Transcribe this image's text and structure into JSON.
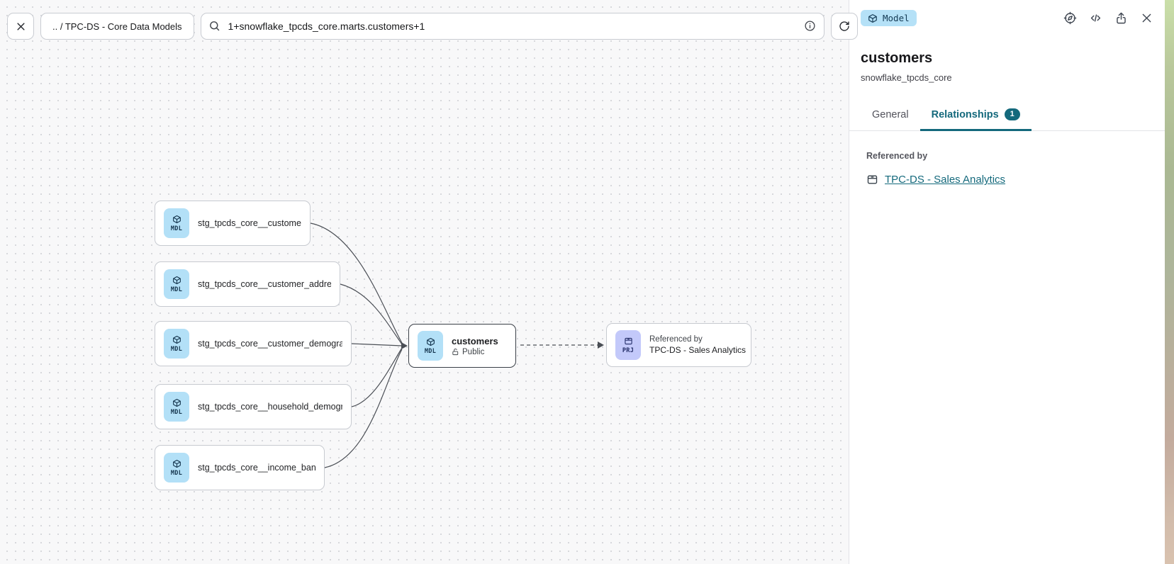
{
  "toolbar": {
    "breadcrumb": ".. / TPC-DS - Core Data Models",
    "search_value": "1+snowflake_tpcds_core.marts.customers+1"
  },
  "panel": {
    "type_badge_label": "Model",
    "title": "customers",
    "subtitle": "snowflake_tpcds_core",
    "tabs": {
      "general": "General",
      "relationships": "Relationships",
      "relationships_badge": "1"
    },
    "referenced_by": {
      "label": "Referenced by",
      "link": "TPC-DS - Sales Analytics"
    }
  },
  "graph": {
    "upstream_nodes": [
      {
        "badge": "MDL",
        "label": "stg_tpcds_core__customer"
      },
      {
        "badge": "MDL",
        "label": "stg_tpcds_core__customer_address"
      },
      {
        "badge": "MDL",
        "label": "stg_tpcds_core__customer_demogra…"
      },
      {
        "badge": "MDL",
        "label": "stg_tpcds_core__household_demogr…"
      },
      {
        "badge": "MDL",
        "label": "stg_tpcds_core__income_band"
      }
    ],
    "selected_node": {
      "badge": "MDL",
      "label": "customers",
      "access": "Public"
    },
    "downstream_node": {
      "badge": "PRJ",
      "caption": "Referenced by",
      "label": "TPC-DS - Sales Analytics"
    }
  },
  "colors": {
    "accent_teal": "#14697c",
    "model_badge_bg": "#b3e0f7",
    "model_badge_fg": "#14344d",
    "project_badge_bg": "#c3c9fa",
    "project_badge_fg": "#242e68",
    "canvas_bg": "#f8f8f9",
    "edge": "#4a4e55"
  }
}
